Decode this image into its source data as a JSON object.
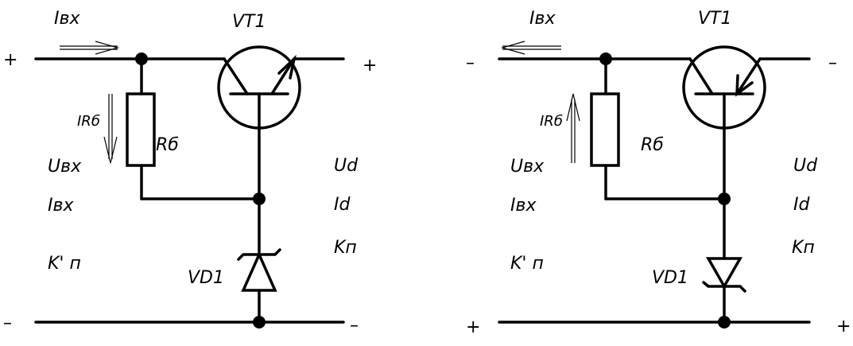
{
  "circuits": [
    {
      "id": "left",
      "transistor_label": "VT1",
      "diode_label": "VD1",
      "resistor_label": "Rб",
      "resistor_current_label": "IRб",
      "input_current_label": "Iвх",
      "input_voltage_param": "Uвх",
      "input_current_param": "Iвх",
      "input_coeff_param": "K'  п",
      "output_voltage_param": "Ud",
      "output_current_param": "Id",
      "output_coeff_param": "Kп",
      "top_left_sign": "+",
      "top_right_sign": "+",
      "bottom_left_sign": "–",
      "bottom_right_sign": "–",
      "input_arrow_direction": "right",
      "resistor_arrow_direction": "down",
      "emitter_arrow_direction": "outward",
      "diode_orientation": "cathode-up"
    },
    {
      "id": "right",
      "transistor_label": "VT1",
      "diode_label": "VD1",
      "resistor_label": "Rб",
      "resistor_current_label": "IRб",
      "input_current_label": "Iвх",
      "input_voltage_param": "Uвх",
      "input_current_param": "Iвх",
      "input_coeff_param": "K'  п",
      "output_voltage_param": "Ud",
      "output_current_param": "Id",
      "output_coeff_param": "Kп",
      "top_left_sign": "–",
      "top_right_sign": "–",
      "bottom_left_sign": "+",
      "bottom_right_sign": "+",
      "input_arrow_direction": "left",
      "resistor_arrow_direction": "up",
      "emitter_arrow_direction": "inward",
      "diode_orientation": "cathode-down"
    }
  ]
}
